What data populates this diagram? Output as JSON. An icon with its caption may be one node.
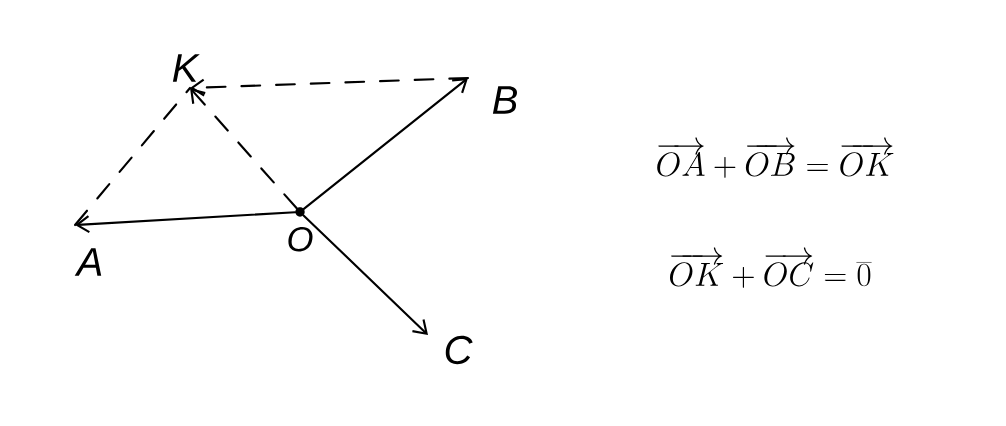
{
  "diagram": {
    "nodes": [
      {
        "text": [
          "O"
        ]
      },
      {
        "text": [
          "A"
        ]
      },
      {
        "text": [
          "B"
        ]
      },
      {
        "text": [
          "C"
        ]
      },
      {
        "text": [
          "K"
        ]
      }
    ],
    "edges": [
      {
        "from": 0,
        "to": 1,
        "arrow": "to"
      },
      {
        "from": 0,
        "to": 2,
        "arrow": "to"
      },
      {
        "from": 0,
        "to": 3,
        "arrow": "to"
      },
      {
        "from": 0,
        "to": 4,
        "arrow": "to",
        "style": "dashed"
      },
      {
        "from": 2,
        "to": 4,
        "arrow": "to",
        "style": "dashed"
      },
      {
        "from": 1,
        "to": 4,
        "arrow": "none",
        "style": "dashed"
      }
    ],
    "labels": [
      "\\overrightarrow{OA}+\\overrightarrow{OB}=\\overrightarrow{OK}",
      "\\overrightarrow{OK}+\\overrightarrow{OC}=\\overline{0}"
    ]
  }
}
